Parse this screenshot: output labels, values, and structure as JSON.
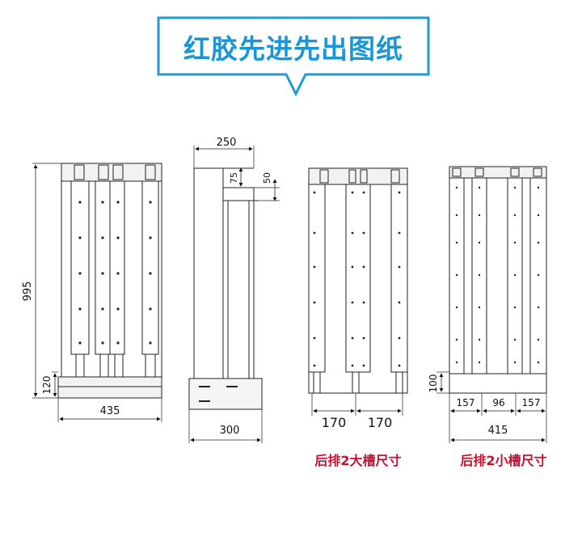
{
  "banner": {
    "title": "红胶先进先出图纸",
    "border_color": "#1e9ad6",
    "title_color": "#1896d8"
  },
  "views": {
    "front": {
      "height_label": "995",
      "bottom_label": "120",
      "width_label": "435"
    },
    "side": {
      "top_width_label": "250",
      "offset_a_label": "75",
      "offset_b_label": "50",
      "base_width_label": "300"
    },
    "large_slot": {
      "slot_a_label": "170",
      "slot_b_label": "170",
      "caption": "后排2大槽尺寸"
    },
    "small_slot": {
      "bottom_label": "100",
      "slot_a_label": "157",
      "gap_label": "96",
      "slot_b_label": "157",
      "total_label": "415",
      "caption": "后排2小槽尺寸"
    }
  },
  "caption_color": "#c8102e"
}
